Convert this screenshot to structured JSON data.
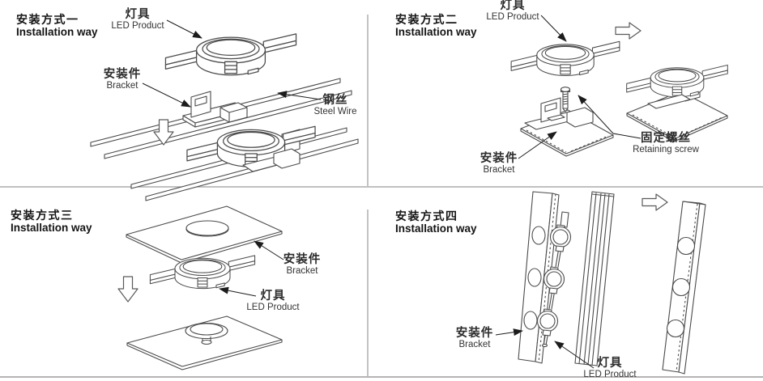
{
  "panels": [
    {
      "title_zh": "安装方式一",
      "title_en": "Installation way",
      "labels": [
        {
          "zh": "灯具",
          "en": "LED Product"
        },
        {
          "zh": "安装件",
          "en": "Bracket"
        },
        {
          "zh": "钢丝",
          "en": "Steel Wire"
        }
      ]
    },
    {
      "title_zh": "安装方式二",
      "title_en": "Installation way",
      "labels": [
        {
          "zh": "灯具",
          "en": "LED Product"
        },
        {
          "zh": "固定螺丝",
          "en": "Retaining screw"
        },
        {
          "zh": "安装件",
          "en": "Bracket"
        }
      ]
    },
    {
      "title_zh": "安装方式三",
      "title_en": "Installation way",
      "labels": [
        {
          "zh": "安装件",
          "en": "Bracket"
        },
        {
          "zh": "灯具",
          "en": "LED Product"
        }
      ]
    },
    {
      "title_zh": "安装方式四",
      "title_en": "Installation way",
      "labels": [
        {
          "zh": "安装件",
          "en": "Bracket"
        },
        {
          "zh": "灯具",
          "en": "LED Product"
        }
      ]
    }
  ],
  "icons": {
    "flow_arrow_down": "hollow-down-arrow",
    "flow_arrow_right": "hollow-right-arrow",
    "leader_arrowhead": "filled-triangle"
  },
  "colors": {
    "background": "#ffffff",
    "line_art": "#4b4b4b",
    "text": "#1c1c1c",
    "divider": "#9b9b9b"
  }
}
